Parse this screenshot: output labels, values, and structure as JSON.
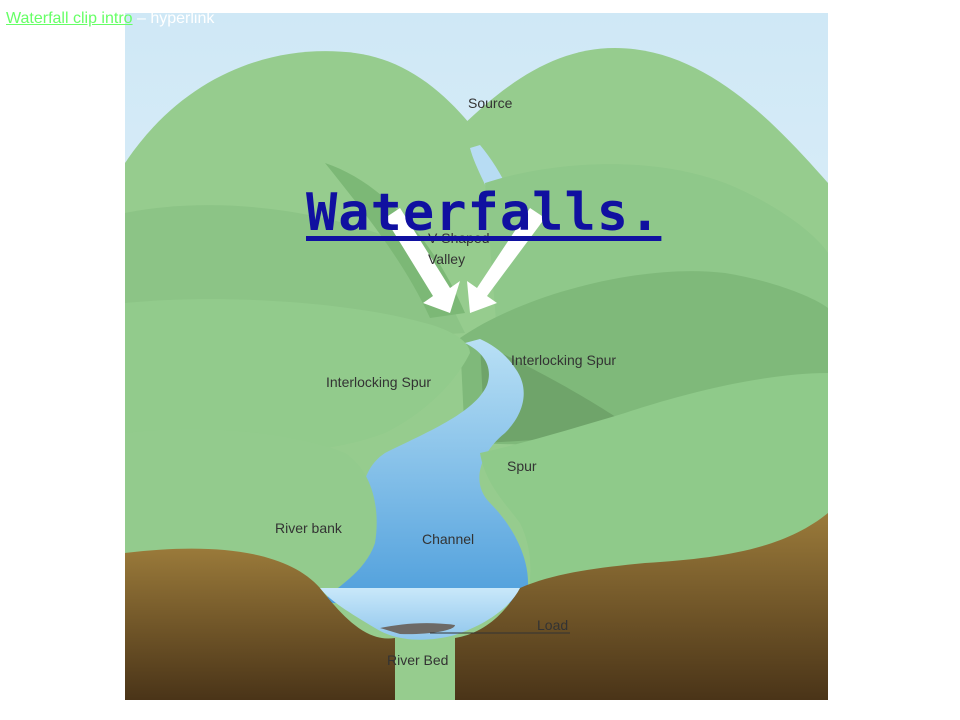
{
  "header": {
    "link_text": "Waterfall clip intro",
    "link_suffix": " – hyperlink"
  },
  "slide": {
    "title": "Waterfalls."
  },
  "diagram": {
    "labels": {
      "source": "Source",
      "v_shaped_1": "V-Shaped",
      "v_shaped_2": "Valley",
      "spur_right": "Interlocking Spur",
      "spur_left": "Interlocking Spur",
      "spur": "Spur",
      "river_bank": "River bank",
      "channel": "Channel",
      "load": "Load",
      "river_bed": "River Bed"
    }
  },
  "colors": {
    "link": "#66ff66",
    "title": "#1010a0",
    "sky": "#cfe8f6",
    "hill": "#96cc8e",
    "hill_dark": "#6fa46a",
    "water": "#9fd0ee",
    "water_deep": "#4f9fdc",
    "earth": "#9a7a3a",
    "earth_dark": "#4a3418"
  },
  "icons": {
    "arrows": "down-arrow-icon"
  }
}
